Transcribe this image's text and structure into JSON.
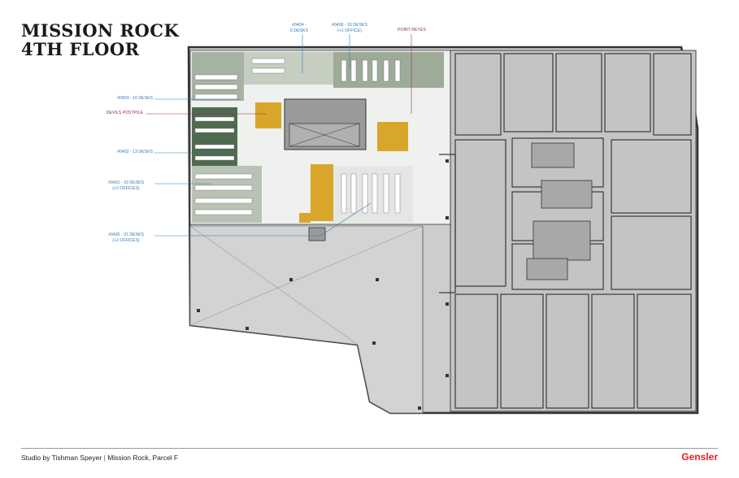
{
  "title": {
    "line1": "MISSION ROCK",
    "line2": "4TH FLOOR"
  },
  "labels": {
    "s0404": {
      "line1": "#0404 -",
      "line2": "9 DESKS"
    },
    "s0406": {
      "line1": "#0406 - 16 DESKS",
      "line2": "(+1 OFFICE)"
    },
    "point_reyes": "POINT REYES",
    "s0403": "#0403 - 16 DESKS",
    "devils_postpile": "DEVILS POSTPILE",
    "s0402": "#0402 - 13 DESKS",
    "s0401": {
      "line1": "#0401 - 19 DESKS",
      "line2": "(+2 OFFICES)"
    },
    "s0405": {
      "line1": "#0405 - 21 DESKS",
      "line2": "(+2 OFFICES)"
    }
  },
  "footer": {
    "left": "Studio by Tishman Speyer",
    "separator": "|",
    "right": "Mission Rock, Parcel F"
  },
  "brand": "Gensler",
  "colors": {
    "studio_green": "#8c9a86",
    "studio_dark_green": "#556b55",
    "conference_gold": "#d8a62a",
    "slab_gray": "#cfcfcf",
    "core_gray": "#8e8e8e",
    "label_blue": "#2f7bb8",
    "label_purple": "#8a2f6a",
    "brand_red": "#e31e24"
  }
}
